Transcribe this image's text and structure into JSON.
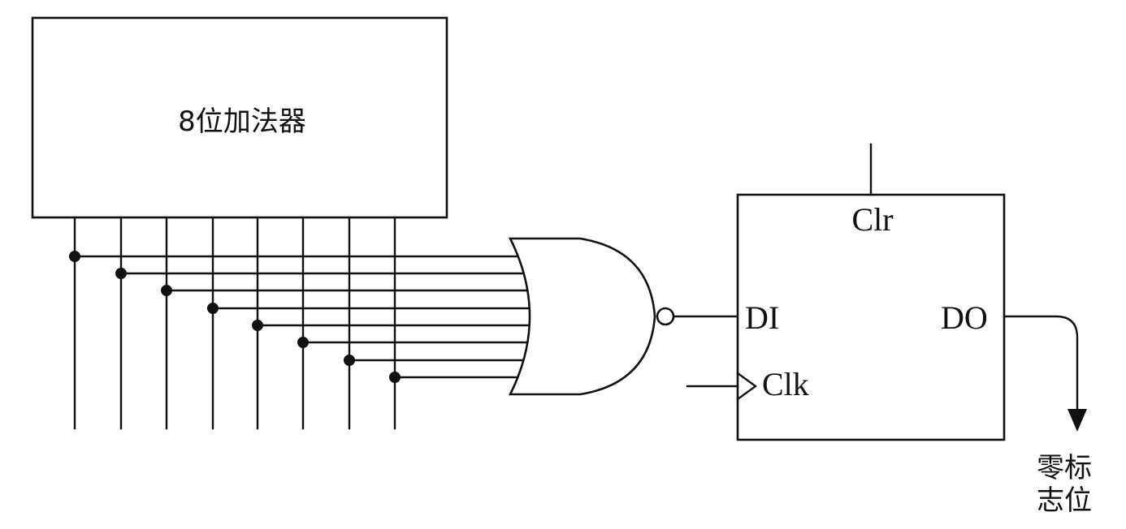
{
  "adder": {
    "label": "8位加法器"
  },
  "flipflop": {
    "clr_label": "Clr",
    "di_label": "DI",
    "do_label": "DO",
    "clk_label": "Clk"
  },
  "output": {
    "label_line1": "零标",
    "label_line2": "志位"
  },
  "bus": {
    "bit_count": 8
  }
}
